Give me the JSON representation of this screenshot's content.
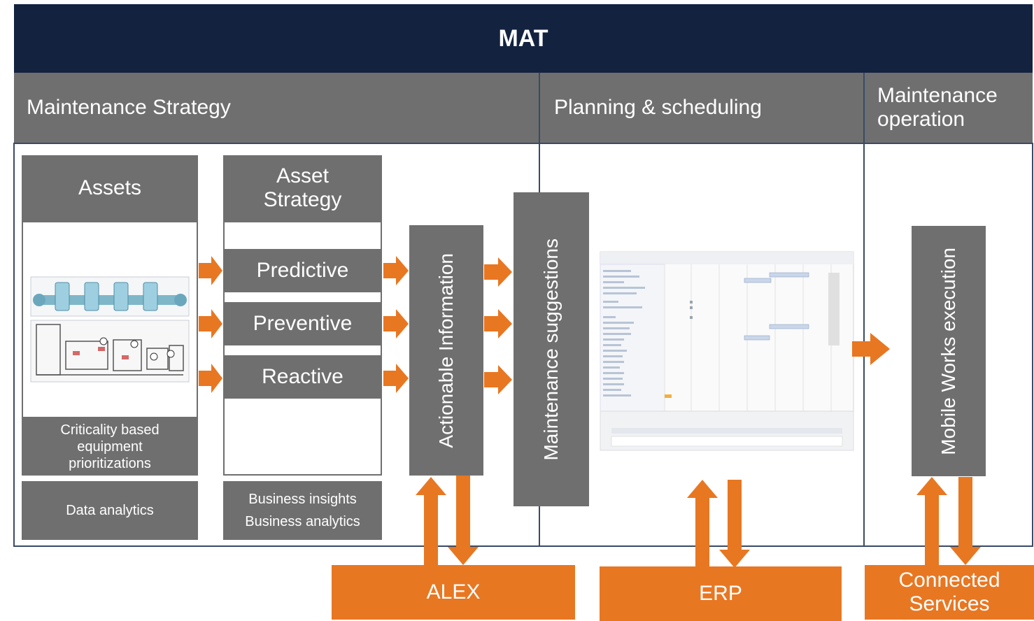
{
  "title": "MAT",
  "sections": {
    "strategy": "Maintenance Strategy",
    "planning": "Planning & scheduling",
    "operation_line1": "Maintenance",
    "operation_line2": "operation"
  },
  "assets": {
    "header": "Assets",
    "footer_line1": "Criticality based",
    "footer_line2": "equipment",
    "footer_line3": "prioritizations",
    "data_analytics": "Data analytics"
  },
  "asset_strategy": {
    "header_line1": "Asset",
    "header_line2": "Strategy",
    "items": [
      "Predictive",
      "Preventive",
      "Reactive"
    ],
    "business_line1": "Business insights",
    "business_line2": "Business analytics"
  },
  "actionable_information": "Actionable Information",
  "maintenance_suggestions": "Maintenance suggestions",
  "mobile_works_execution": "Mobile Works execution",
  "systems": {
    "alex": "ALEX",
    "erp": "ERP",
    "connected_line1": "Connected",
    "connected_line2": "Services"
  },
  "colors": {
    "navy": "#12223f",
    "gray": "#6f6f6f",
    "orange": "#e87722"
  }
}
